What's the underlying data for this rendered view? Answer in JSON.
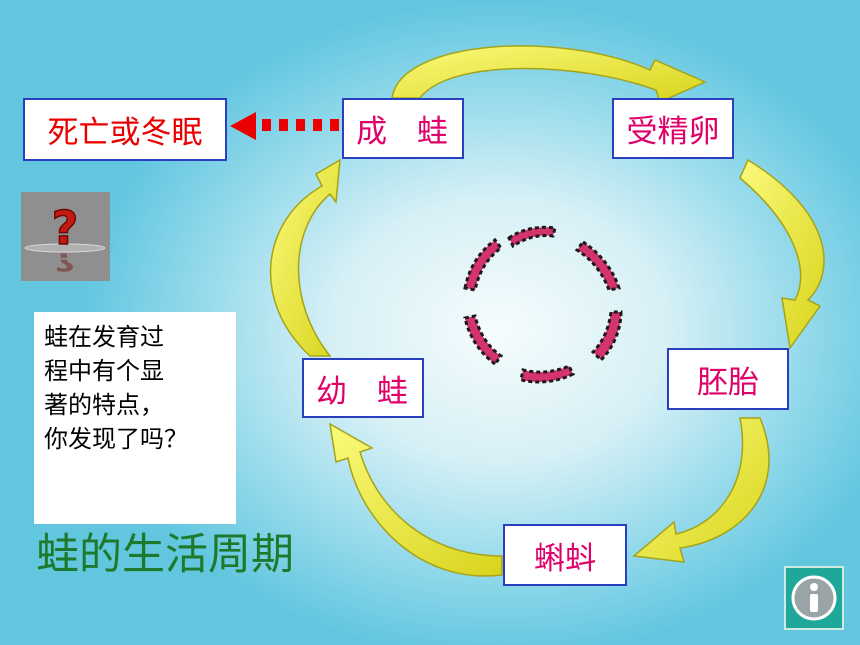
{
  "diagram": {
    "title": "蛙的生活周期",
    "stages": {
      "adult": "成 蛙",
      "egg": "受精卵",
      "embryo": "胚胎",
      "tadpole": "蝌蚪",
      "froglet": "幼 蛙",
      "death": "死亡或冬眠"
    },
    "question": "蛙在发育过\n程中有个显\n著的特点，\n你发现了吗？"
  },
  "colors": {
    "arrow_fill": "#f2f03a",
    "arrow_stroke": "#a4a41a",
    "dotted_arrow": "#ea0000",
    "title_green": "#1d7a2c",
    "stage_text": "#e0006a"
  },
  "icons": {
    "question_tile": "question-mark-icon",
    "info_button": "info-icon",
    "center_ring": "circular-arrows-icon"
  }
}
